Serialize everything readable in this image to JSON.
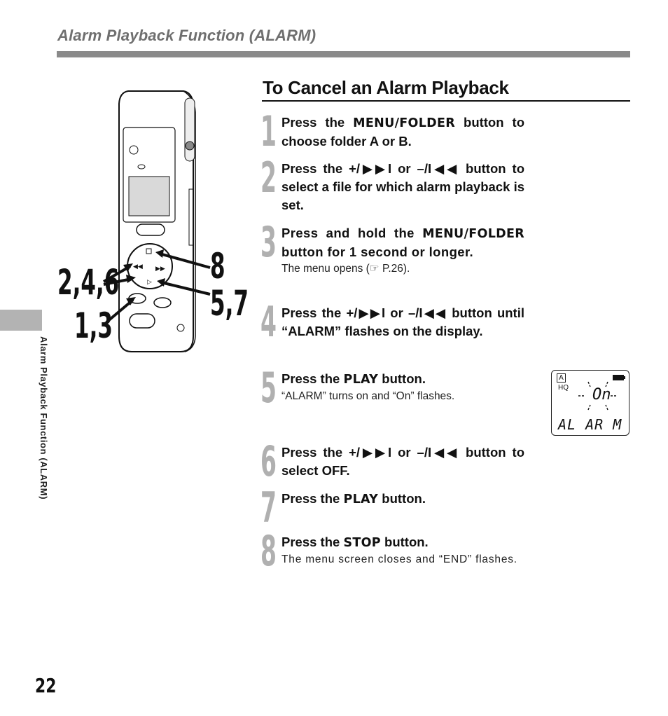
{
  "header": {
    "title": "Alarm Playback Function (ALARM)"
  },
  "sidebar": {
    "label": "Alarm Playback Function (ALARM)"
  },
  "page": {
    "number": "22"
  },
  "section": {
    "title": "To Cancel an Alarm Playback"
  },
  "figure": {
    "callouts": {
      "left_top": "2,4,6",
      "left_bottom": "1,3",
      "right_top": "8",
      "right_bottom": "5,7"
    }
  },
  "steps": [
    {
      "num": "1",
      "pre": "Press the ",
      "key": "MENU/FOLDER",
      "post": " button to choose folder A or B.",
      "note": ""
    },
    {
      "num": "2",
      "pre": "Press the +/▶▶I or –/I◀◀ button to select a file for which alarm playback is set.",
      "key": "",
      "post": "",
      "note": ""
    },
    {
      "num": "3",
      "pre": "Press and hold the ",
      "key": "MENU/FOLDER",
      "post": " button for 1 second or longer.",
      "note": "The menu opens (☞ P.26)."
    },
    {
      "num": "4",
      "pre": "Press the +/▶▶I or –/I◀◀ button until “ALARM” flashes on the display.",
      "key": "",
      "post": "",
      "note": ""
    },
    {
      "num": "5",
      "pre": "Press the ",
      "key": "PLAY",
      "post": " button.",
      "note": "“ALARM” turns on and “On” flashes."
    },
    {
      "num": "6",
      "pre": "Press the +/▶▶I or –/I◀◀ button to select OFF.",
      "key": "",
      "post": "",
      "note": ""
    },
    {
      "num": "7",
      "pre": "Press the ",
      "key": "PLAY",
      "post": " button.",
      "note": ""
    },
    {
      "num": "8",
      "pre": "Press the ",
      "key": "STOP",
      "post": " button.",
      "note": "The menu screen closes and “END” flashes."
    }
  ],
  "display": {
    "folder": "A",
    "quality": "HQ",
    "value": "On",
    "mode": "AL AR M"
  }
}
